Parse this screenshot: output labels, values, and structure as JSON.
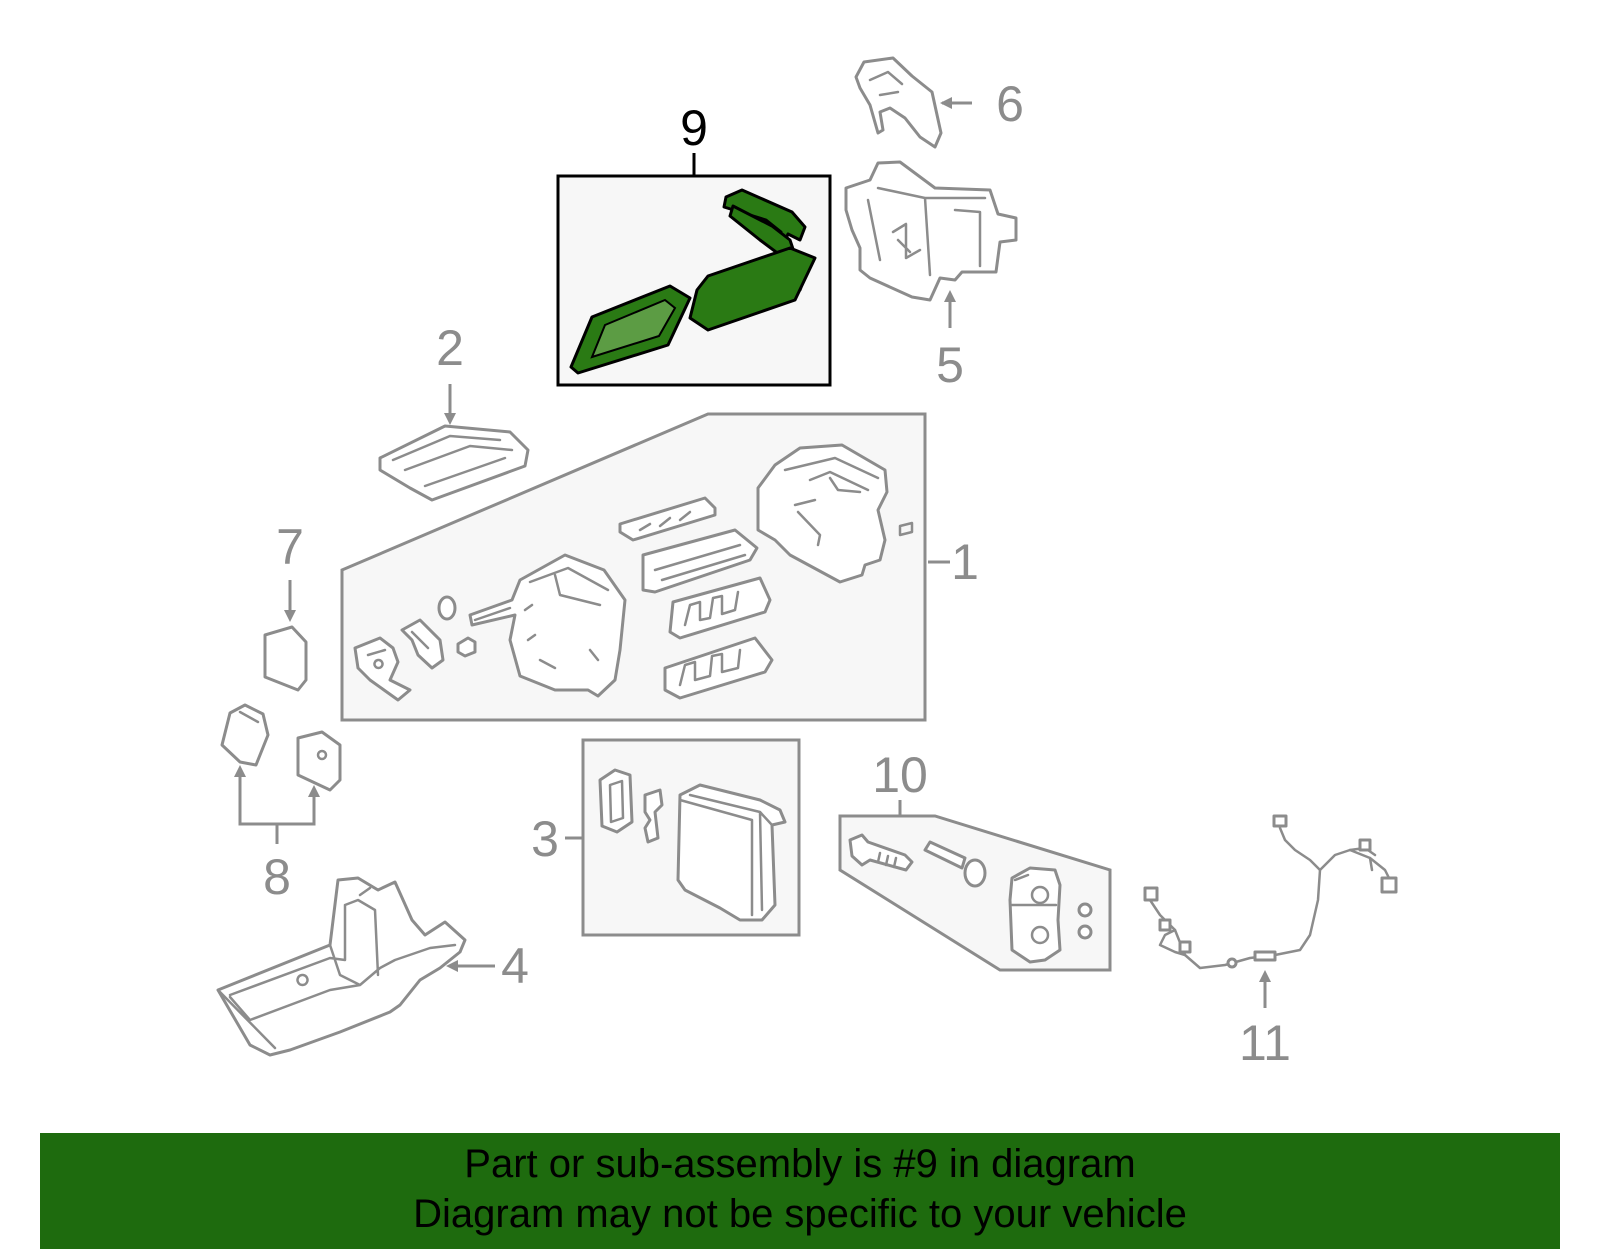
{
  "colors": {
    "highlight_fill": "#2a7a14",
    "banner_bg": "#1e6b0e",
    "line_gray": "#8c8c8c",
    "panel_fill": "#f7f7f7"
  },
  "callouts": {
    "c1": "1",
    "c2": "2",
    "c3": "3",
    "c4": "4",
    "c5": "5",
    "c6": "6",
    "c7": "7",
    "c8": "8",
    "c9": "9",
    "c10": "10",
    "c11": "11"
  },
  "banner": {
    "line1": "Part or sub-assembly is #9 in diagram",
    "line2": "Diagram may not be specific to your vehicle"
  }
}
